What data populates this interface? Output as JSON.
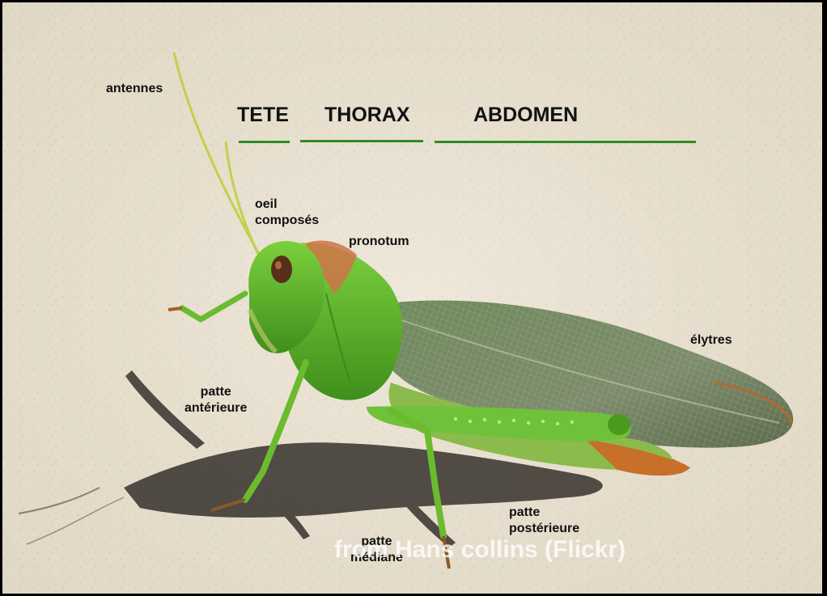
{
  "sections": {
    "head": "TETE",
    "thorax": "THORAX",
    "abdomen": "ABDOMEN"
  },
  "labels": {
    "antennae": "antennes",
    "compound_eye_line1": "oeil",
    "compound_eye_line2": "composés",
    "pronotum": "pronotum",
    "elytra": "élytres",
    "front_leg_line1": "patte",
    "front_leg_line2": "antérieure",
    "middle_leg_line1": "patte",
    "middle_leg_line2": "médiane",
    "hind_leg_line1": "patte",
    "hind_leg_line2": "postérieure"
  },
  "watermark": "from Hans collins (Flickr)",
  "colors": {
    "section_bar": "#2e8b22",
    "sand": "#e9e1d1",
    "grasshopper_body": "#5fb82e",
    "wing": "#7c8d6a"
  }
}
